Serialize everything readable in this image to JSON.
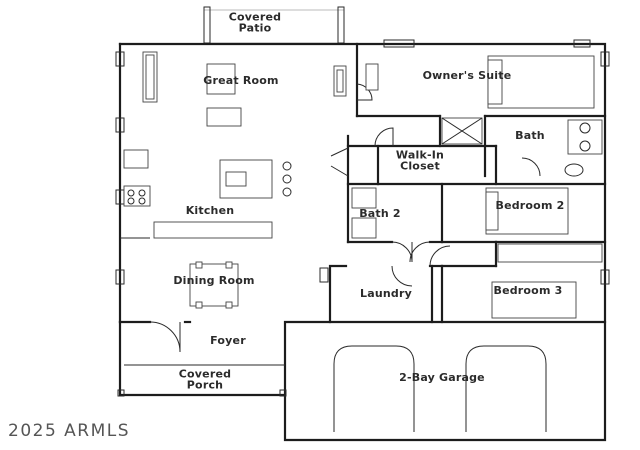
{
  "rooms": {
    "covered_patio": "Covered\nPatio",
    "great_room": "Great Room",
    "owners_suite": "Owner's Suite",
    "bath": "Bath",
    "walk_in_closet": "Walk-In\nCloset",
    "kitchen": "Kitchen",
    "bath_2": "Bath 2",
    "bedroom_2": "Bedroom 2",
    "dining_room": "Dining Room",
    "laundry": "Laundry",
    "bedroom_3": "Bedroom 3",
    "foyer": "Foyer",
    "two_bay_garage": "2-Bay Garage",
    "covered_porch": "Covered\nPorch"
  },
  "watermark": "2025 ARMLS"
}
